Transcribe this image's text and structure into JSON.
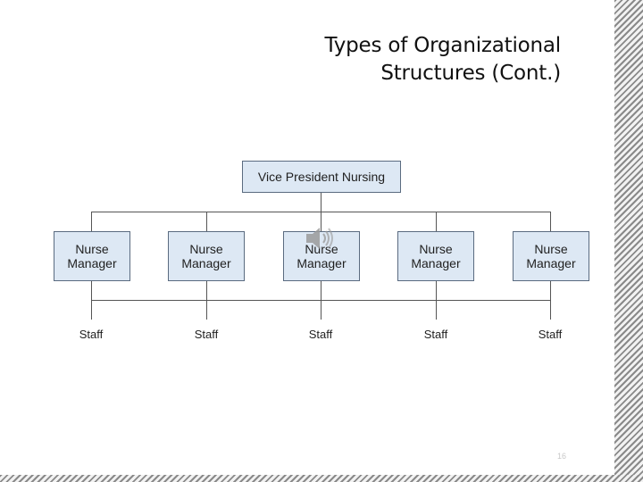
{
  "title": {
    "line1": "Types of Organizational",
    "line2": "Structures (Cont.)"
  },
  "diagram": {
    "top": "Vice President Nursing",
    "managers": [
      {
        "line1": "Nurse",
        "line2": "Manager"
      },
      {
        "line1": "Nurse",
        "line2": "Manager"
      },
      {
        "line1": "Nurse",
        "line2": "Manager"
      },
      {
        "line1": "Nurse",
        "line2": "Manager"
      },
      {
        "line1": "Nurse",
        "line2": "Manager"
      }
    ],
    "staff": [
      "Staff",
      "Staff",
      "Staff",
      "Staff",
      "Staff"
    ]
  },
  "slide_number": "16",
  "colors": {
    "box_fill": "#dde8f4",
    "box_border": "#5a6b80",
    "line": "#555555"
  },
  "icons": {
    "audio": "speaker-icon"
  }
}
